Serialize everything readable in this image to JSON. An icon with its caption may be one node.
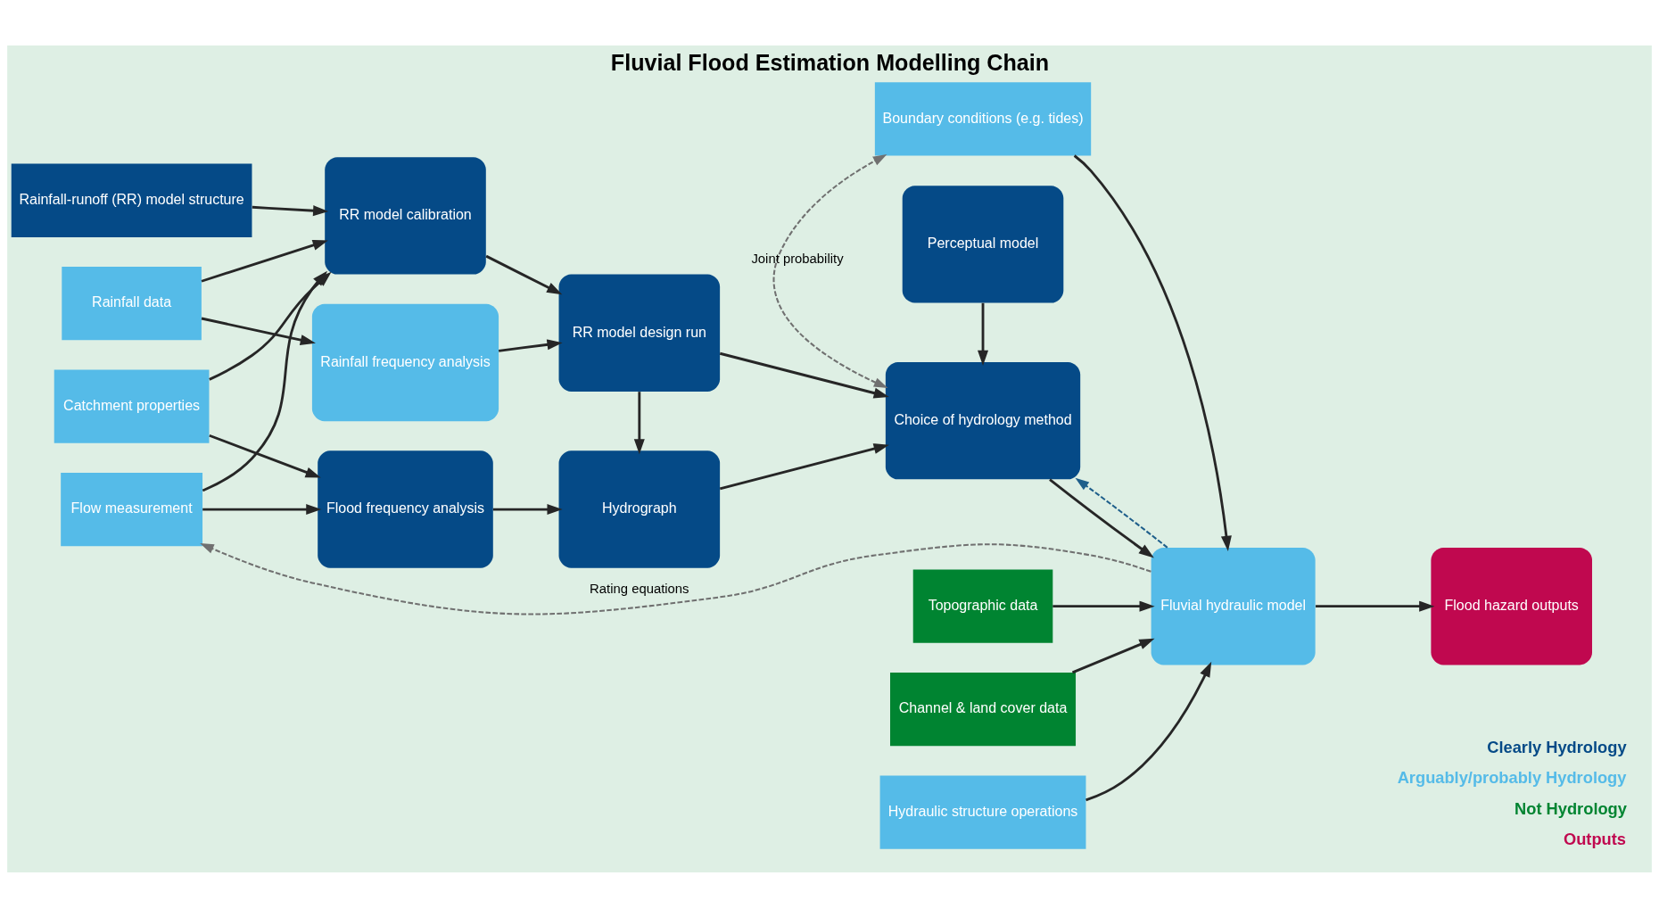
{
  "diagram": {
    "title": "Fluvial Flood Estimation Modelling Chain",
    "nodes": [
      {
        "text": [
          "Flow measurement"
        ]
      },
      {
        "text": [
          "Catchment properties"
        ]
      },
      {
        "text": [
          "Rainfall-runoff (RR) model structure"
        ]
      },
      {
        "text": [
          "Rainfall data"
        ]
      },
      {
        "text": [
          "Flood frequency analysis"
        ]
      },
      {
        "text": [
          "RR model calibration"
        ]
      },
      {
        "text": [
          "Rainfall frequency analysis"
        ]
      },
      {
        "text": [
          "Hydrograph"
        ]
      },
      {
        "text": [
          "RR model design run"
        ]
      },
      {
        "text": [
          "Choice of hydrology method"
        ]
      },
      {
        "text": [
          "Perceptual model"
        ]
      },
      {
        "text": [
          "Topographic data"
        ]
      },
      {
        "text": [
          "Channel & land cover data"
        ]
      },
      {
        "text": [
          "Hydraulic structure operations"
        ]
      },
      {
        "text": [
          "Fluvial hydraulic model"
        ]
      },
      {
        "text": [
          "Flood hazard outputs"
        ]
      },
      {
        "text": [
          "Boundary conditions (e.g. tides)"
        ]
      }
    ],
    "edges": [
      {
        "from": 0,
        "to": 4,
        "arrow": "to"
      },
      {
        "from": 0,
        "to": 5,
        "arrow": "to"
      },
      {
        "from": 1,
        "to": 4,
        "arrow": "to"
      },
      {
        "from": 1,
        "to": 5,
        "arrow": "to"
      },
      {
        "from": 2,
        "to": 5,
        "arrow": "to"
      },
      {
        "from": 3,
        "to": 5,
        "arrow": "to"
      },
      {
        "from": 3,
        "to": 6,
        "arrow": "to"
      },
      {
        "from": 4,
        "to": 7,
        "arrow": "to"
      },
      {
        "from": 5,
        "to": 8,
        "arrow": "to"
      },
      {
        "from": 8,
        "to": 7,
        "arrow": "to"
      },
      {
        "from": 6,
        "to": 8,
        "arrow": "to"
      },
      {
        "from": 7,
        "to": 9,
        "arrow": "to"
      },
      {
        "from": 8,
        "to": 9,
        "arrow": "to"
      },
      {
        "from": 10,
        "to": 9,
        "arrow": "to"
      },
      {
        "from": 9,
        "to": 14,
        "arrow": "to"
      },
      {
        "from": 14,
        "to": 9,
        "arrow": "to",
        "style": "dashed",
        "color": "#1f5f8b"
      },
      {
        "from": 14,
        "to": 0,
        "arrow": "to",
        "label": "Rating equations",
        "style": "dashed",
        "color": "#707070"
      },
      {
        "from": 9,
        "to": 16,
        "arrow": "both",
        "label": "Joint probability",
        "style": "dashed",
        "color": "#707070"
      },
      {
        "from": 11,
        "to": 14,
        "arrow": "to"
      },
      {
        "from": 12,
        "to": 14,
        "arrow": "to"
      },
      {
        "from": 13,
        "to": 14,
        "arrow": "to"
      },
      {
        "from": 16,
        "to": 14,
        "arrow": "to"
      },
      {
        "from": 14,
        "to": 15,
        "arrow": "to"
      }
    ],
    "legend": [
      {
        "text": "Clearly Hydrology",
        "color": "#054a87"
      },
      {
        "text": "Arguably/probably Hydrology",
        "color": "#55bbe8"
      },
      {
        "text": "Not Hydrology",
        "color": "#008431"
      },
      {
        "text": "Outputs",
        "color": "#c0084f"
      }
    ]
  }
}
